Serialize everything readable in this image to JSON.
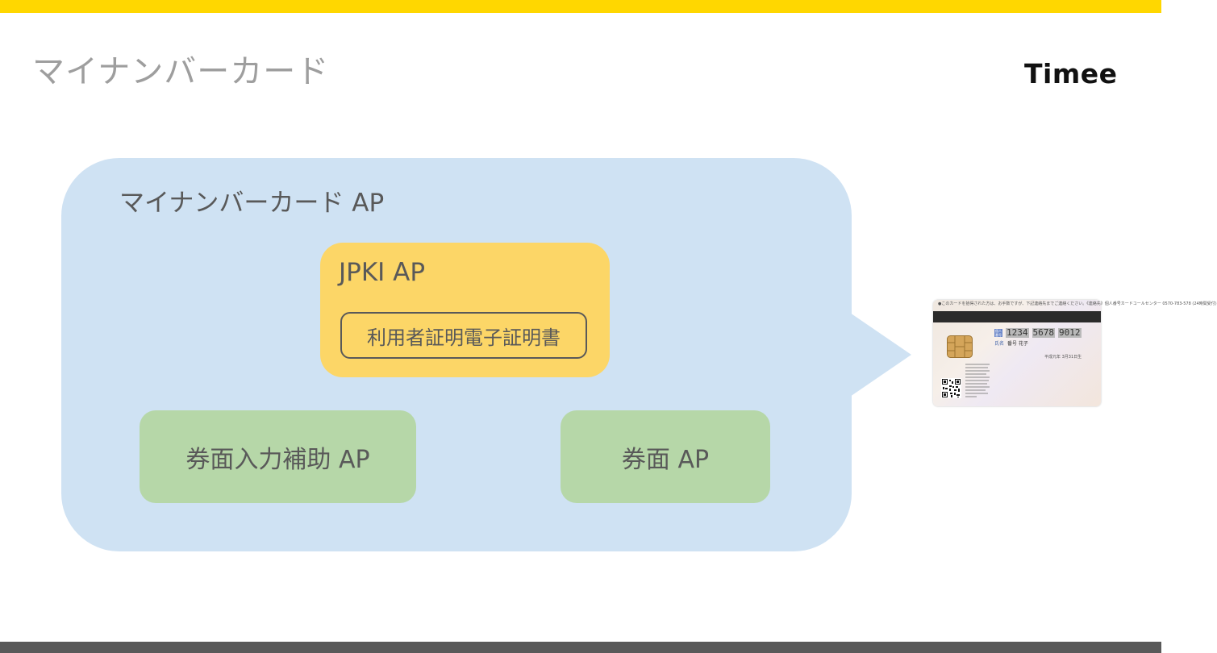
{
  "slide": {
    "title": "マイナンバーカード",
    "brand": "Timee"
  },
  "diagram": {
    "container_label": "マイナンバーカード AP",
    "jpki": {
      "label": "JPKI AP",
      "certificate": "利用者証明電子証明書"
    },
    "assist_ap": "券面入力補助 AP",
    "face_ap": "券面 AP"
  },
  "card": {
    "notice": "●このカードを拾得された方は、お手数ですが、下記連絡先までご連絡ください。《連絡先》個人番号カードコールセンター 0570-783-578 (24時間受付)",
    "number_badge": "個人番号",
    "number_groups": [
      "1234",
      "5678",
      "9012"
    ],
    "name_label": "氏名",
    "name_value": "番号 花子",
    "dob": "平成元年 3月31日生"
  },
  "colors": {
    "top_bar": "#ffd700",
    "bottom_bar": "#595959",
    "container": "#cfe2f3",
    "jpki": "#fcd667",
    "green": "#b6d7a8",
    "text": "#595959",
    "title": "#9e9e9e"
  }
}
